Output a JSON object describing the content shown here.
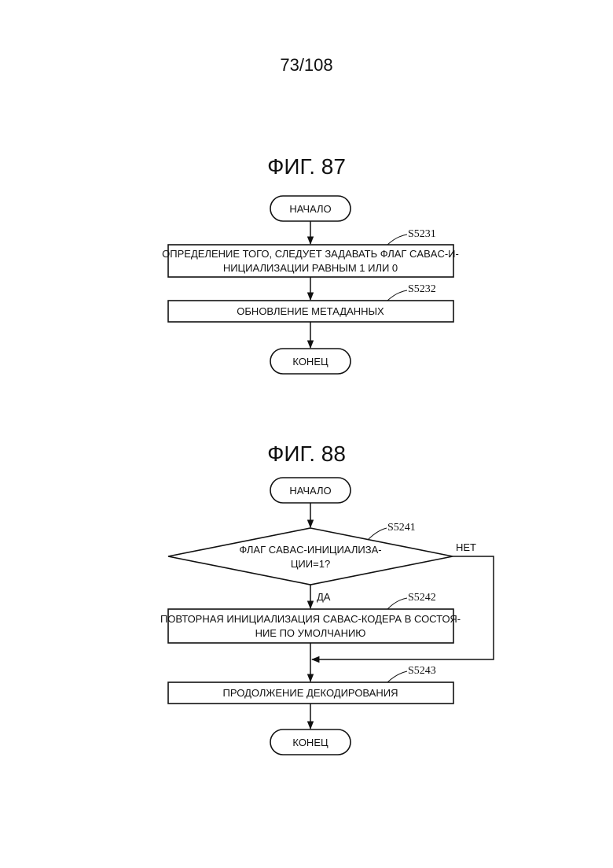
{
  "page_number": "73/108",
  "figures": [
    {
      "title": "ФИГ. 87",
      "nodes": {
        "start": "НАЧАЛО",
        "s5231": {
          "label": "S5231",
          "lines": [
            "ОПРЕДЕЛЕНИЕ ТОГО, СЛЕДУЕТ ЗАДАВАТЬ ФЛАГ CABAC-И-",
            "НИЦИАЛИЗАЦИИ РАВНЫМ 1 ИЛИ 0"
          ]
        },
        "s5232": {
          "label": "S5232",
          "lines": [
            "ОБНОВЛЕНИЕ МЕТАДАННЫХ"
          ]
        },
        "end": "КОНЕЦ"
      }
    },
    {
      "title": "ФИГ. 88",
      "nodes": {
        "start": "НАЧАЛО",
        "s5241": {
          "label": "S5241",
          "lines": [
            "ФЛАГ CABAC-ИНИЦИАЛИЗА-",
            "ЦИИ=1?"
          ]
        },
        "no_label": "НЕТ",
        "yes_label": "ДА",
        "s5242": {
          "label": "S5242",
          "lines": [
            "ПОВТОРНАЯ ИНИЦИАЛИЗАЦИЯ CABAC-КОДЕРА В СОСТОЯ-",
            "НИЕ ПО УМОЛЧАНИЮ"
          ]
        },
        "s5243": {
          "label": "S5243",
          "lines": [
            "ПРОДОЛЖЕНИЕ ДЕКОДИРОВАНИЯ"
          ]
        },
        "end": "КОНЕЦ"
      }
    }
  ]
}
